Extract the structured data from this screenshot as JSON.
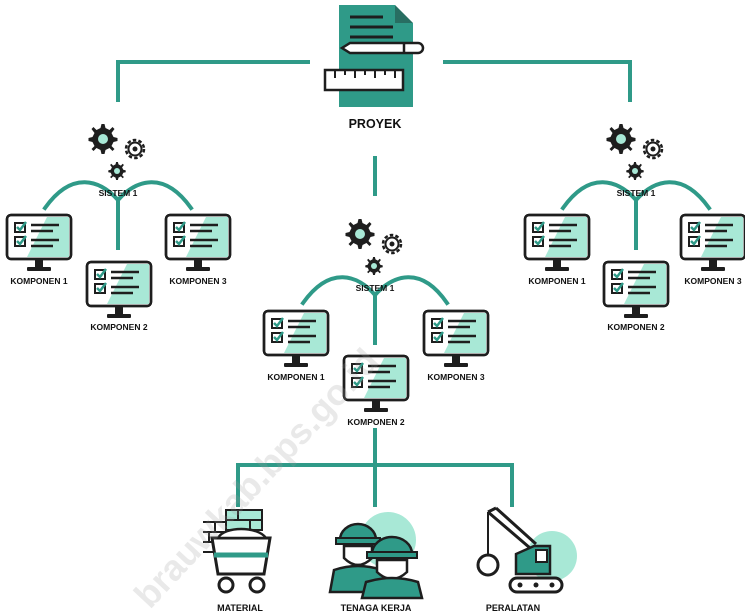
{
  "root": {
    "label": "PROYEK",
    "icon": "project-document-icon"
  },
  "systems": [
    {
      "label": "SISTEM 1",
      "components": [
        "KOMPONEN 1",
        "KOMPONEN 2",
        "KOMPONEN 3"
      ]
    },
    {
      "label": "SISTEM 1",
      "components": [
        "KOMPONEN 1",
        "KOMPONEN 2",
        "KOMPONEN 3"
      ]
    },
    {
      "label": "SISTEM 1",
      "components": [
        "KOMPONEN 1",
        "KOMPONEN 2",
        "KOMPONEN 3"
      ]
    }
  ],
  "resources": [
    {
      "label": "MATERIAL",
      "icon": "material-cart-icon"
    },
    {
      "label": "TENAGA KERJA",
      "icon": "workers-icon"
    },
    {
      "label": "PERALATAN",
      "icon": "crane-icon"
    }
  ],
  "watermark": "brauwkab.bps.go.id",
  "colors": {
    "teal": "#2f9a88",
    "mint": "#a8e8d6",
    "dark": "#1e1e1e"
  }
}
